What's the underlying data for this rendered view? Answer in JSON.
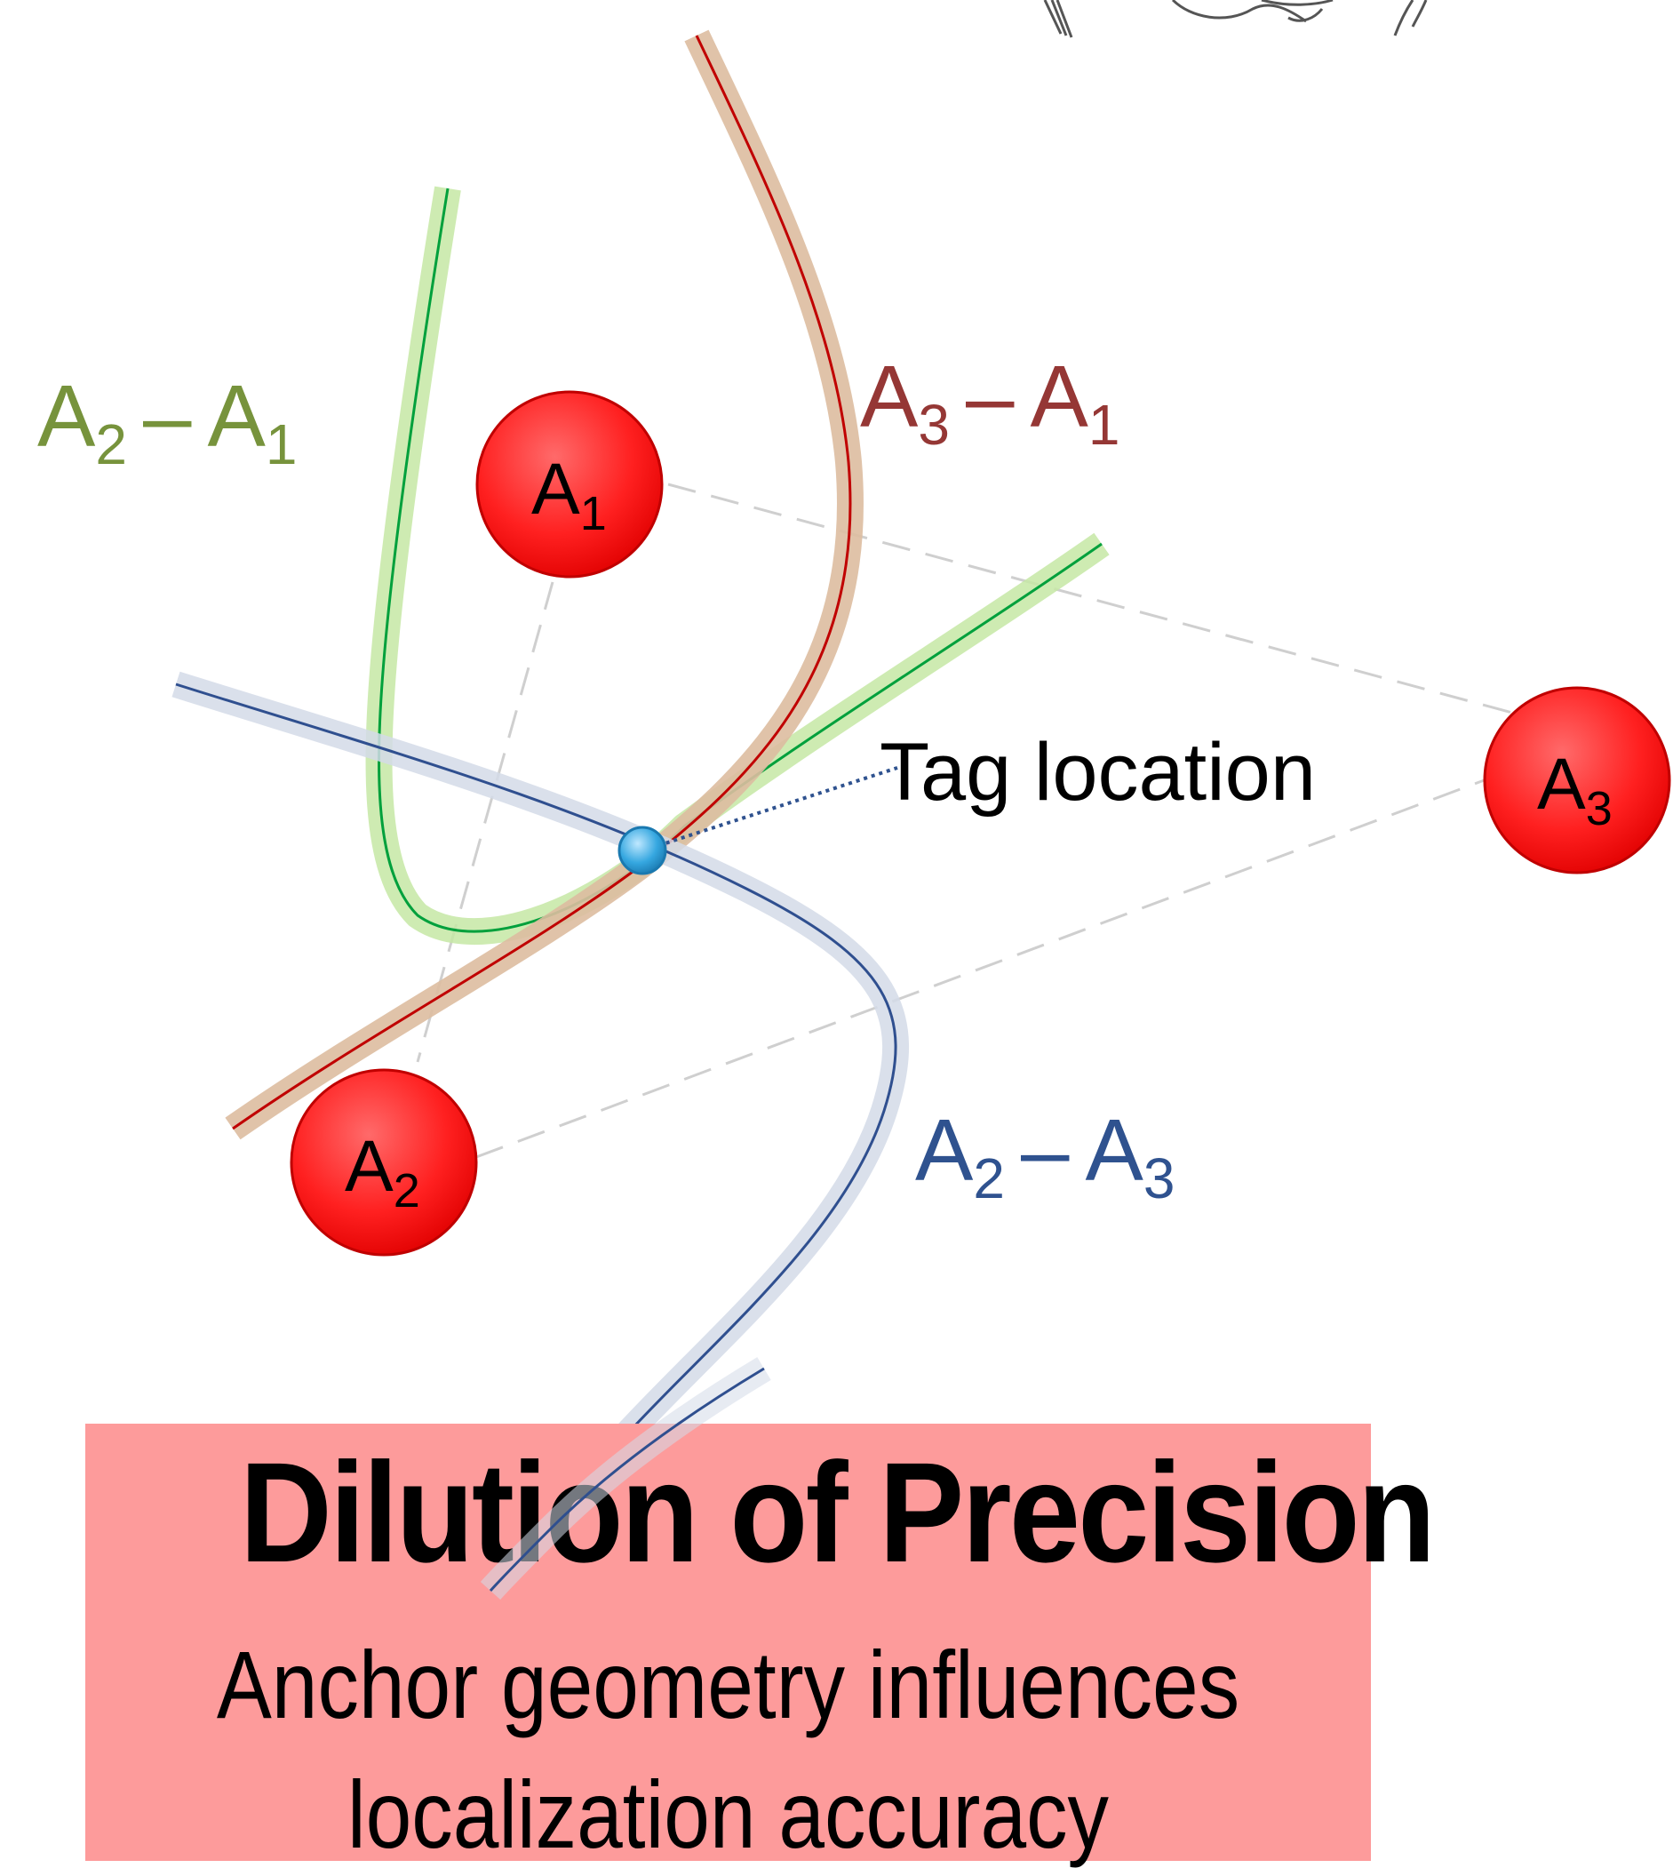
{
  "title": "Dilution of Precision",
  "subtitle_lines": [
    "Anchor geometry influences",
    "localization accuracy"
  ],
  "tag_label": "Tag location",
  "anchors": [
    {
      "id": "A1",
      "letter": "A",
      "sub": "1"
    },
    {
      "id": "A2",
      "letter": "A",
      "sub": "2"
    },
    {
      "id": "A3",
      "letter": "A",
      "sub": "3"
    }
  ],
  "hyperbolas": [
    {
      "id": "a2-a1",
      "label_left": {
        "letter": "A",
        "sub": "2"
      },
      "label_right": {
        "letter": "A",
        "sub": "1"
      },
      "dash": "–",
      "color": "#77933c",
      "line_color": "#00a03c",
      "band_color": "#c6e8a4"
    },
    {
      "id": "a3-a1",
      "label_left": {
        "letter": "A",
        "sub": "3"
      },
      "label_right": {
        "letter": "A",
        "sub": "1"
      },
      "dash": "–",
      "color": "#953735",
      "line_color": "#c00000",
      "band_color": "#ddbca0"
    },
    {
      "id": "a2-a3",
      "label_left": {
        "letter": "A",
        "sub": "2"
      },
      "label_right": {
        "letter": "A",
        "sub": "3"
      },
      "dash": "–",
      "color": "#2f528f",
      "line_color": "#2f4f8f",
      "band_color": "#d3dbe8"
    }
  ],
  "colors": {
    "anchor_fill": "#ff2a2a",
    "anchor_stroke": "#c00000",
    "tag_fill": "#35a7e0",
    "callout_bg": "#fd9b9b",
    "dashed_lines": "#cfcfcf"
  }
}
